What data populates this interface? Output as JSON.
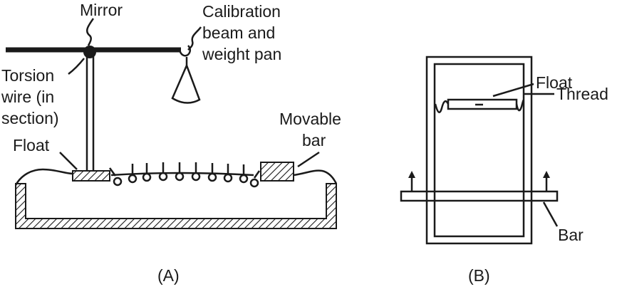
{
  "panel_a": {
    "labels": {
      "mirror": "Mirror",
      "calibration_1": "Calibration",
      "calibration_2": "beam and",
      "calibration_3": "weight pan",
      "torsion_1": "Torsion",
      "torsion_2": "wire (in",
      "torsion_3": "section)",
      "movable_1": "Movable",
      "movable_2": "bar",
      "float": "Float"
    },
    "caption": "(A)"
  },
  "panel_b": {
    "labels": {
      "float": "Float",
      "thread": "Thread",
      "bar": "Bar"
    },
    "caption": "(B)"
  }
}
